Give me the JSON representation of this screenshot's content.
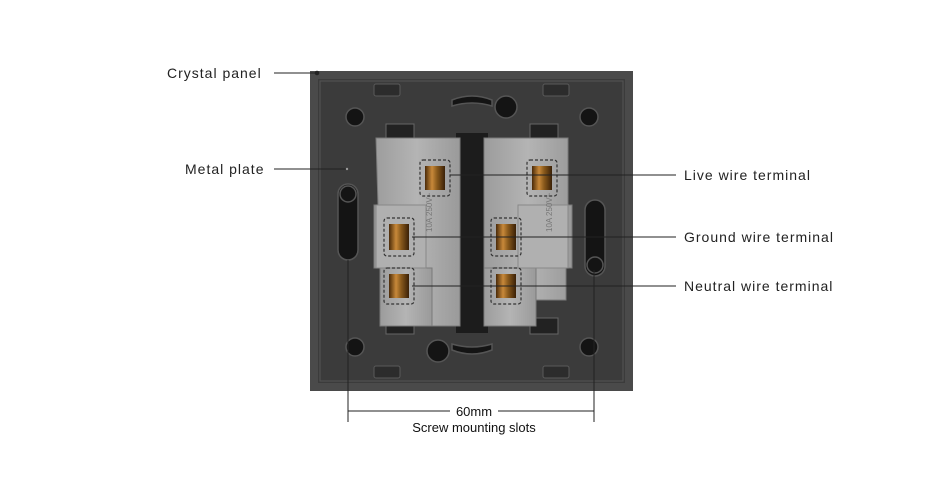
{
  "labels": {
    "crystal_panel": "Crystal panel",
    "metal_plate": "Metal plate",
    "live_terminal": "Live wire terminal",
    "ground_terminal": "Ground wire terminal",
    "neutral_terminal": "Neutral wire terminal"
  },
  "dimension": {
    "value": "60mm",
    "caption": "Screw mounting slots"
  },
  "module_marking": {
    "left": "10A 250V~",
    "right": "10A 250V~"
  },
  "colors": {
    "panel_frame": "#4a4a4a",
    "metal_plate": "#3b3b3b",
    "module_body": "#a9a9a9",
    "terminal": "#8a5a1c",
    "leader_line": "#222222"
  }
}
